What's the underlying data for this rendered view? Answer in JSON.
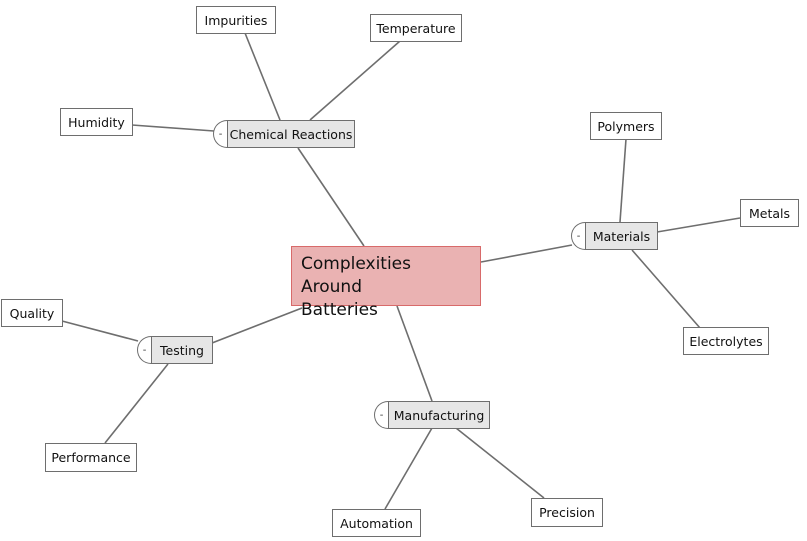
{
  "root": {
    "label": "Complexities Around Batteries",
    "line1": "Complexities Around",
    "line2": "Batteries"
  },
  "colors": {
    "root_fill": "#eab2b2",
    "root_border": "#d86a6a",
    "branch_fill": "#e6e6e6",
    "line": "#6e6e6e"
  },
  "toggle_symbol": "-",
  "branches": {
    "chemical": {
      "label": "Chemical Reactions",
      "children": [
        "Impurities",
        "Temperature",
        "Humidity"
      ]
    },
    "materials": {
      "label": "Materials",
      "children": [
        "Polymers",
        "Metals",
        "Electrolytes"
      ]
    },
    "testing": {
      "label": "Testing",
      "children": [
        "Quality",
        "Performance"
      ]
    },
    "manufacturing": {
      "label": "Manufacturing",
      "children": [
        "Automation",
        "Precision"
      ]
    }
  }
}
